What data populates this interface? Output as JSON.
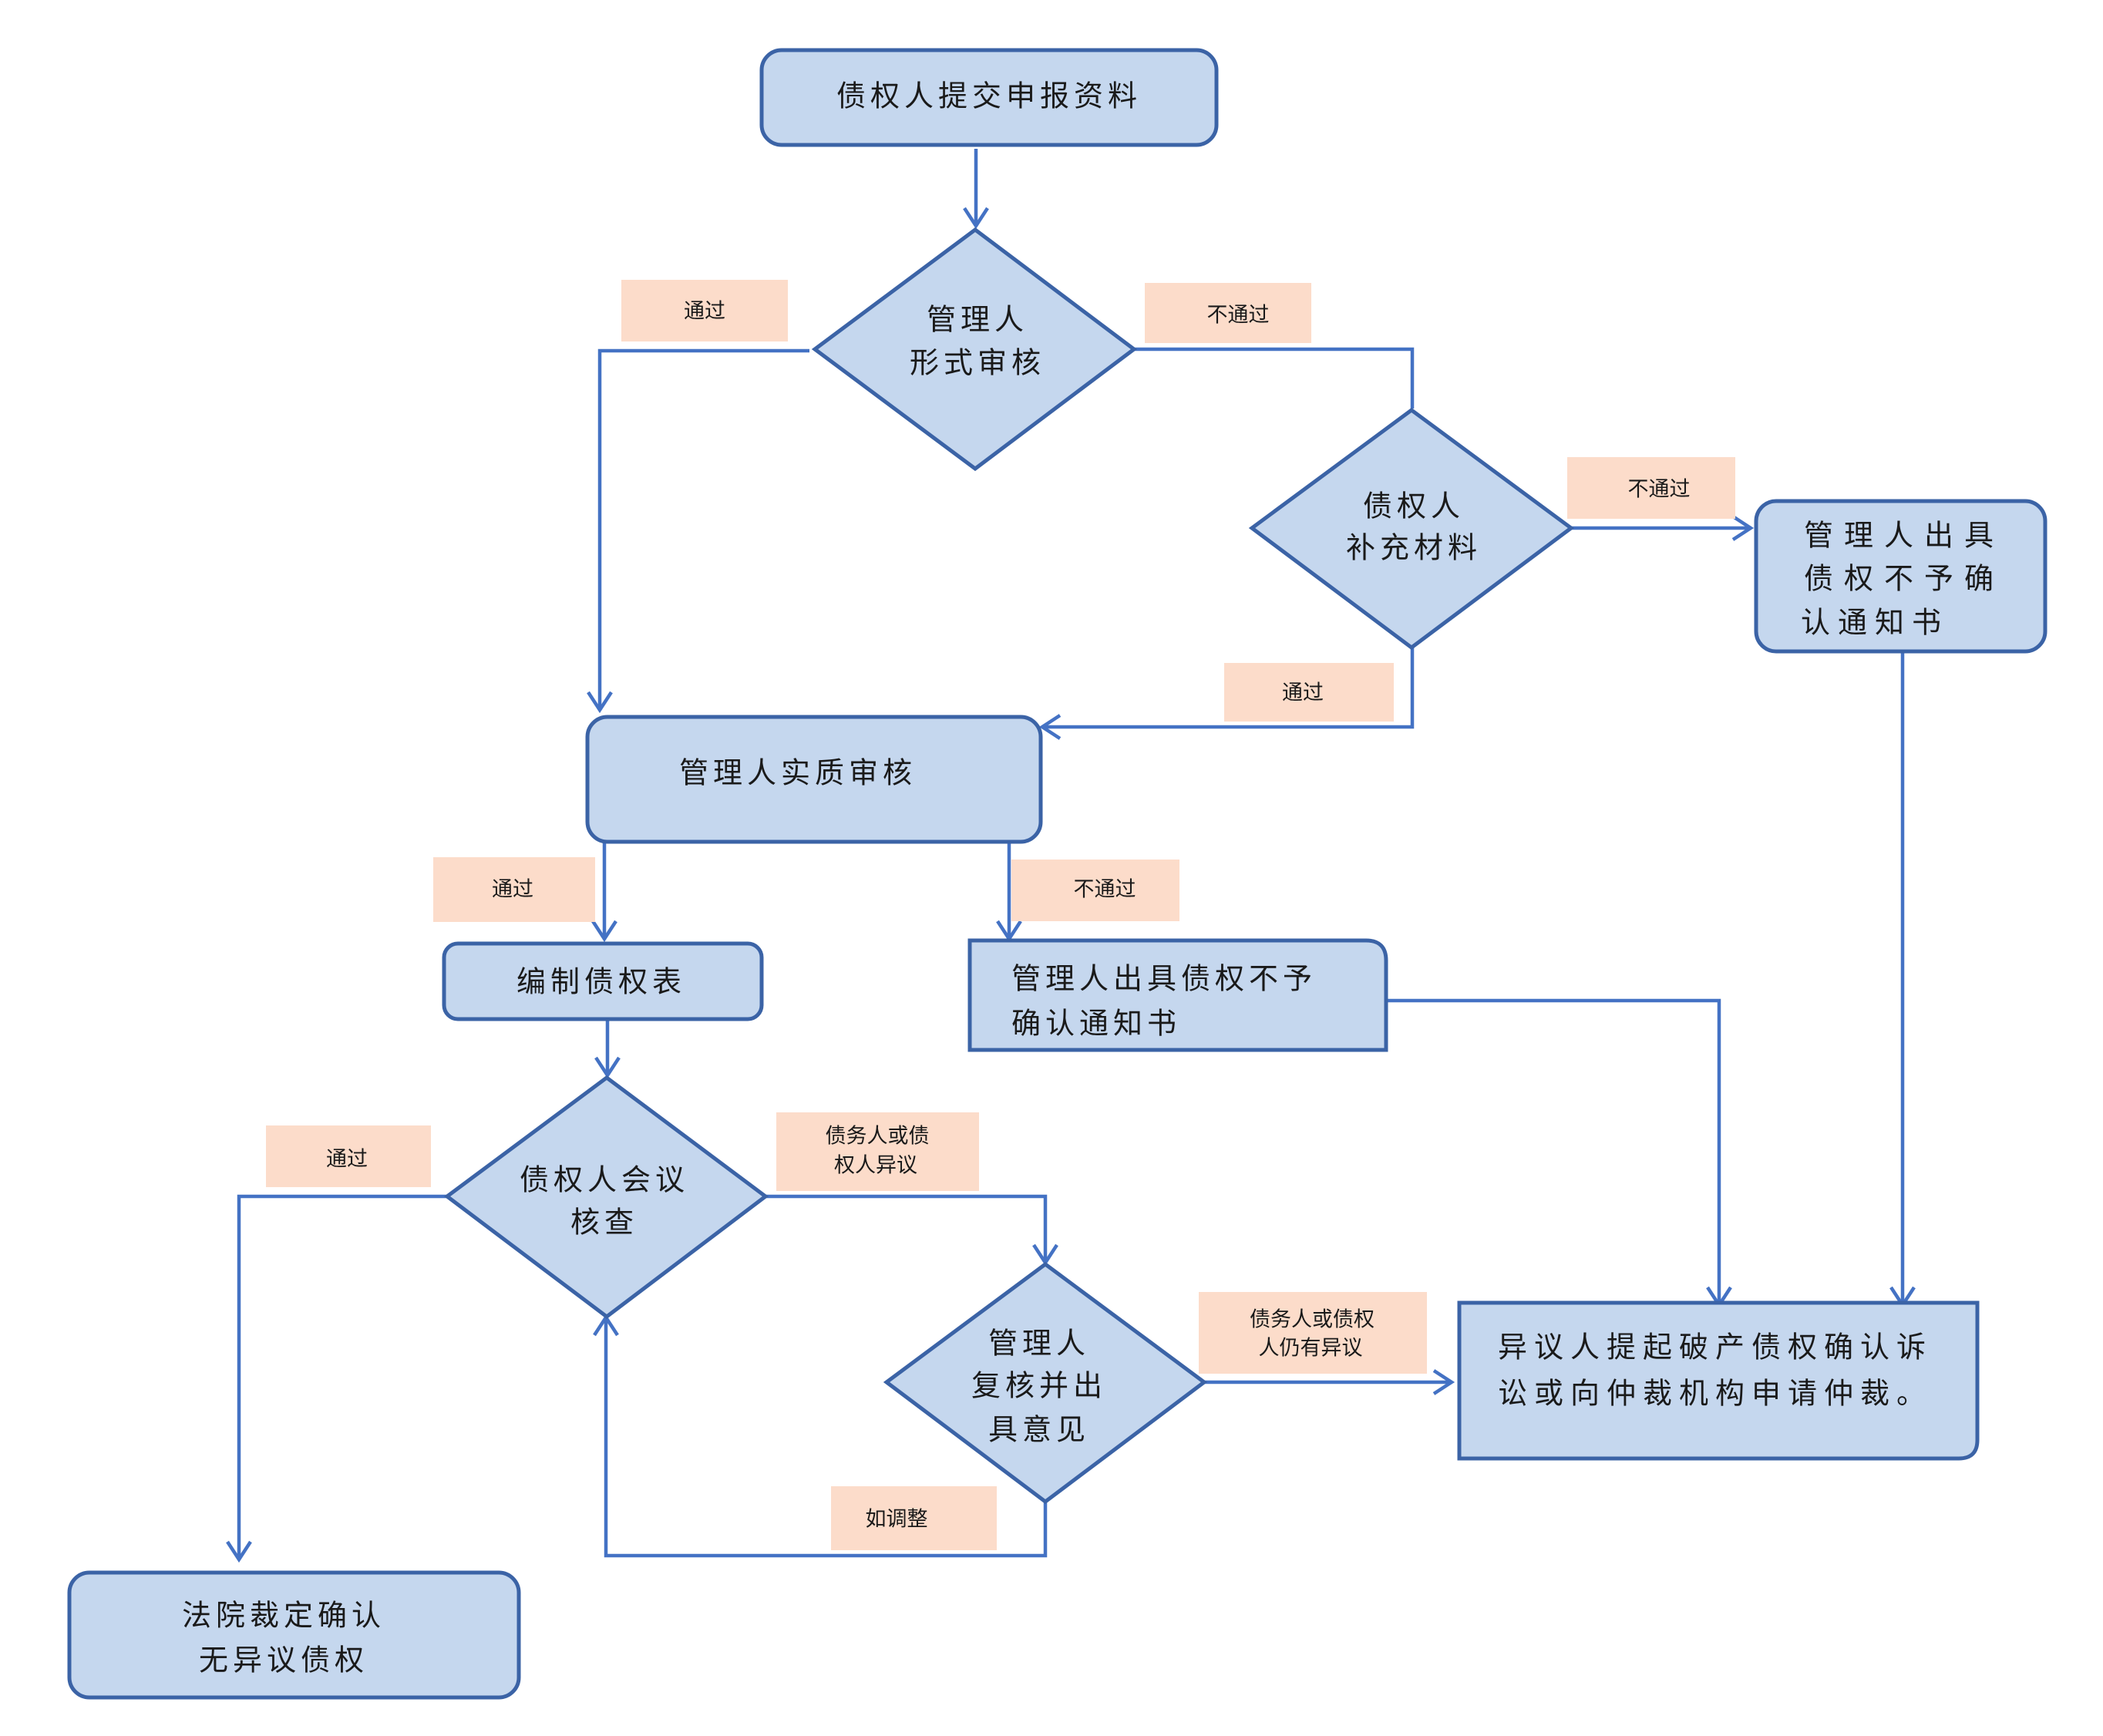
{
  "nodes": {
    "submit": "债权人提交申报资料",
    "formal_review": [
      "管理人",
      "形式审核"
    ],
    "supplement": [
      "债权人",
      "补充材料"
    ],
    "not_confirm_top": [
      "管理人出具",
      "债权不予确",
      "认通知书"
    ],
    "substantive_review": "管理人实质审核",
    "compile_table": "编制债权表",
    "not_confirm_mid": [
      "管理人出具债权不予",
      "确认通知书"
    ],
    "meeting_check": [
      "债权人会议",
      "核查"
    ],
    "recheck": [
      "管理人",
      "复核并出",
      "具意见"
    ],
    "lawsuit": [
      "异议人提起破产债权确认诉",
      "讼或向仲裁机构申请仲裁。"
    ],
    "court_confirm": [
      "法院裁定确认",
      "无异议债权"
    ]
  },
  "edge_labels": {
    "pass_formal": "通过",
    "fail_formal": "不通过",
    "fail_supplement": "不通过",
    "pass_supplement": "通过",
    "pass_substantive": "通过",
    "fail_substantive": "不通过",
    "pass_meeting": "通过",
    "objection": [
      "债务人或债",
      "权人异议"
    ],
    "still_objection": [
      "债务人或债权",
      "人仍有异议"
    ],
    "adjust": "如调整"
  }
}
